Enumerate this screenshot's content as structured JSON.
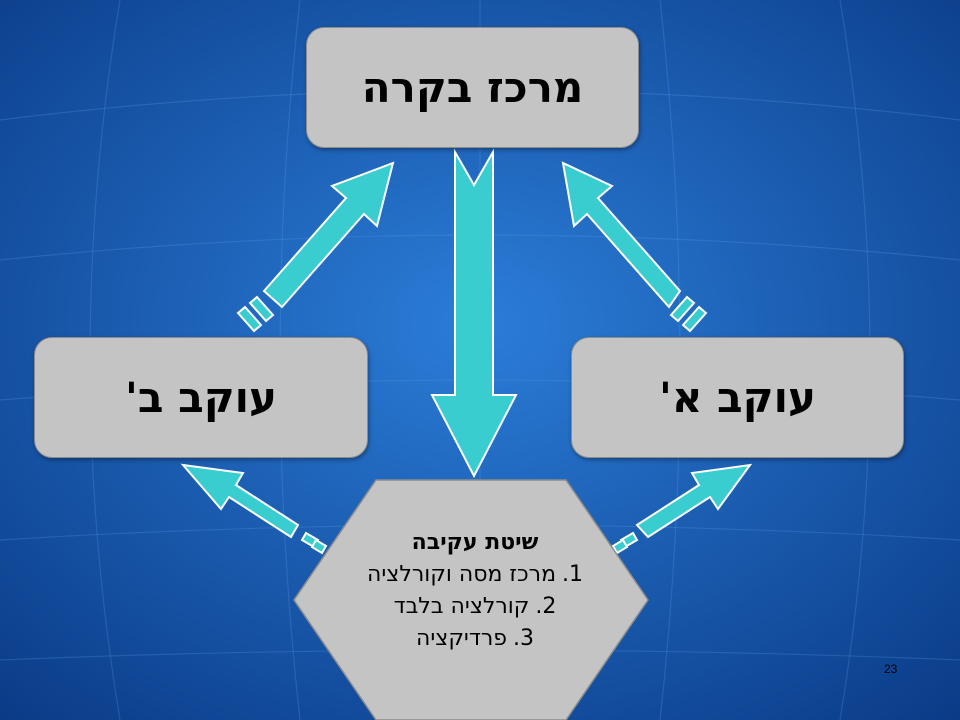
{
  "colors": {
    "background_dark": "#0a3a86",
    "background_light": "#2b7dd8",
    "arrow_fill": "#39cdd0",
    "arrow_stroke": "#ffffff",
    "box_fill": "#c4c4c4",
    "text": "#000000"
  },
  "nodes": {
    "center": {
      "label": "מרכז בקרה"
    },
    "tracker_b": {
      "label": "עוקב ב'"
    },
    "tracker_a": {
      "label": "עוקב א'"
    }
  },
  "method": {
    "title": "שיטת עקיבה",
    "items": [
      {
        "number": "1.",
        "text": "מרכז מסה וקורלציה"
      },
      {
        "number": "2.",
        "text": "קורלציה בלבד"
      },
      {
        "number": "3.",
        "text": "פרדיקציה"
      }
    ]
  },
  "slide_number": "23"
}
